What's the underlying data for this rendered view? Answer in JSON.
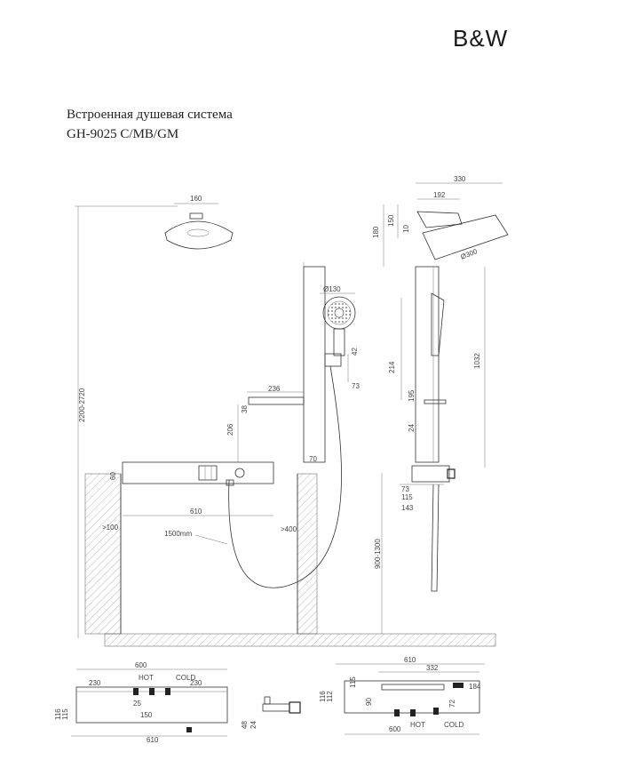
{
  "brand": {
    "logo_text": "B&W"
  },
  "header": {
    "title_line1": "Встроенная душевая система",
    "title_line2": "GH-9025 C/MB/GM"
  },
  "dimensions": {
    "rain_head_top": "160",
    "total_height": "2200-2720",
    "side_top_width": "330",
    "side_arm": "192",
    "side_h150": "150",
    "side_h180": "180",
    "side_h10": "10",
    "side_head_dia": "Ø300",
    "hand_head_dia": "Ø130",
    "hand_h42": "42",
    "hand_h73": "73",
    "shelf_w236": "236",
    "shelf_h38": "38",
    "shelf_h206": "206",
    "bar_h214": "214",
    "bar_w70": "70",
    "side_h195": "195",
    "side_h24": "24",
    "side_h1032": "1032",
    "panel_h60": "60",
    "panel_w610": "610",
    "gap_left": ">100",
    "gap_right": ">400",
    "hose_len": "1500mm",
    "side_w73": "73",
    "side_w115": "115",
    "side_w143": "143",
    "side_h900": "900-1300",
    "bv_w600": "600",
    "bv_w230a": "230",
    "bv_hot": "HOT",
    "bv_cold": "COLD",
    "bv_w230b": "230",
    "bv_h116": "116",
    "bv_h115": "115",
    "bv_w25": "25",
    "bv_w150": "150",
    "bv_w610": "610",
    "sm_h48": "48",
    "sm_h24": "24",
    "rv_w610": "610",
    "rv_w332": "332",
    "rv_h115": "115",
    "rv_h116": "116",
    "rv_h112": "112",
    "rv_h184": "184",
    "rv_h90": "90",
    "rv_h72": "72",
    "rv_w600": "600",
    "rv_hot": "HOT",
    "rv_cold": "COLD"
  }
}
